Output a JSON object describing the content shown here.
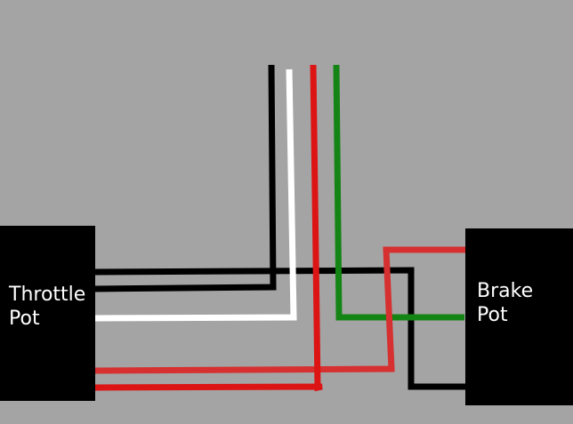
{
  "throttle_pot": {
    "line1": "Throttle",
    "line2": "Pot"
  },
  "brake_pot": {
    "line1": "Brake",
    "line2": "Pot"
  },
  "colors": {
    "background": "#a4a4a4",
    "black": "#000000",
    "white": "#ffffff",
    "red": "#dc1414",
    "red_light": "#d63030",
    "green": "#148414"
  }
}
